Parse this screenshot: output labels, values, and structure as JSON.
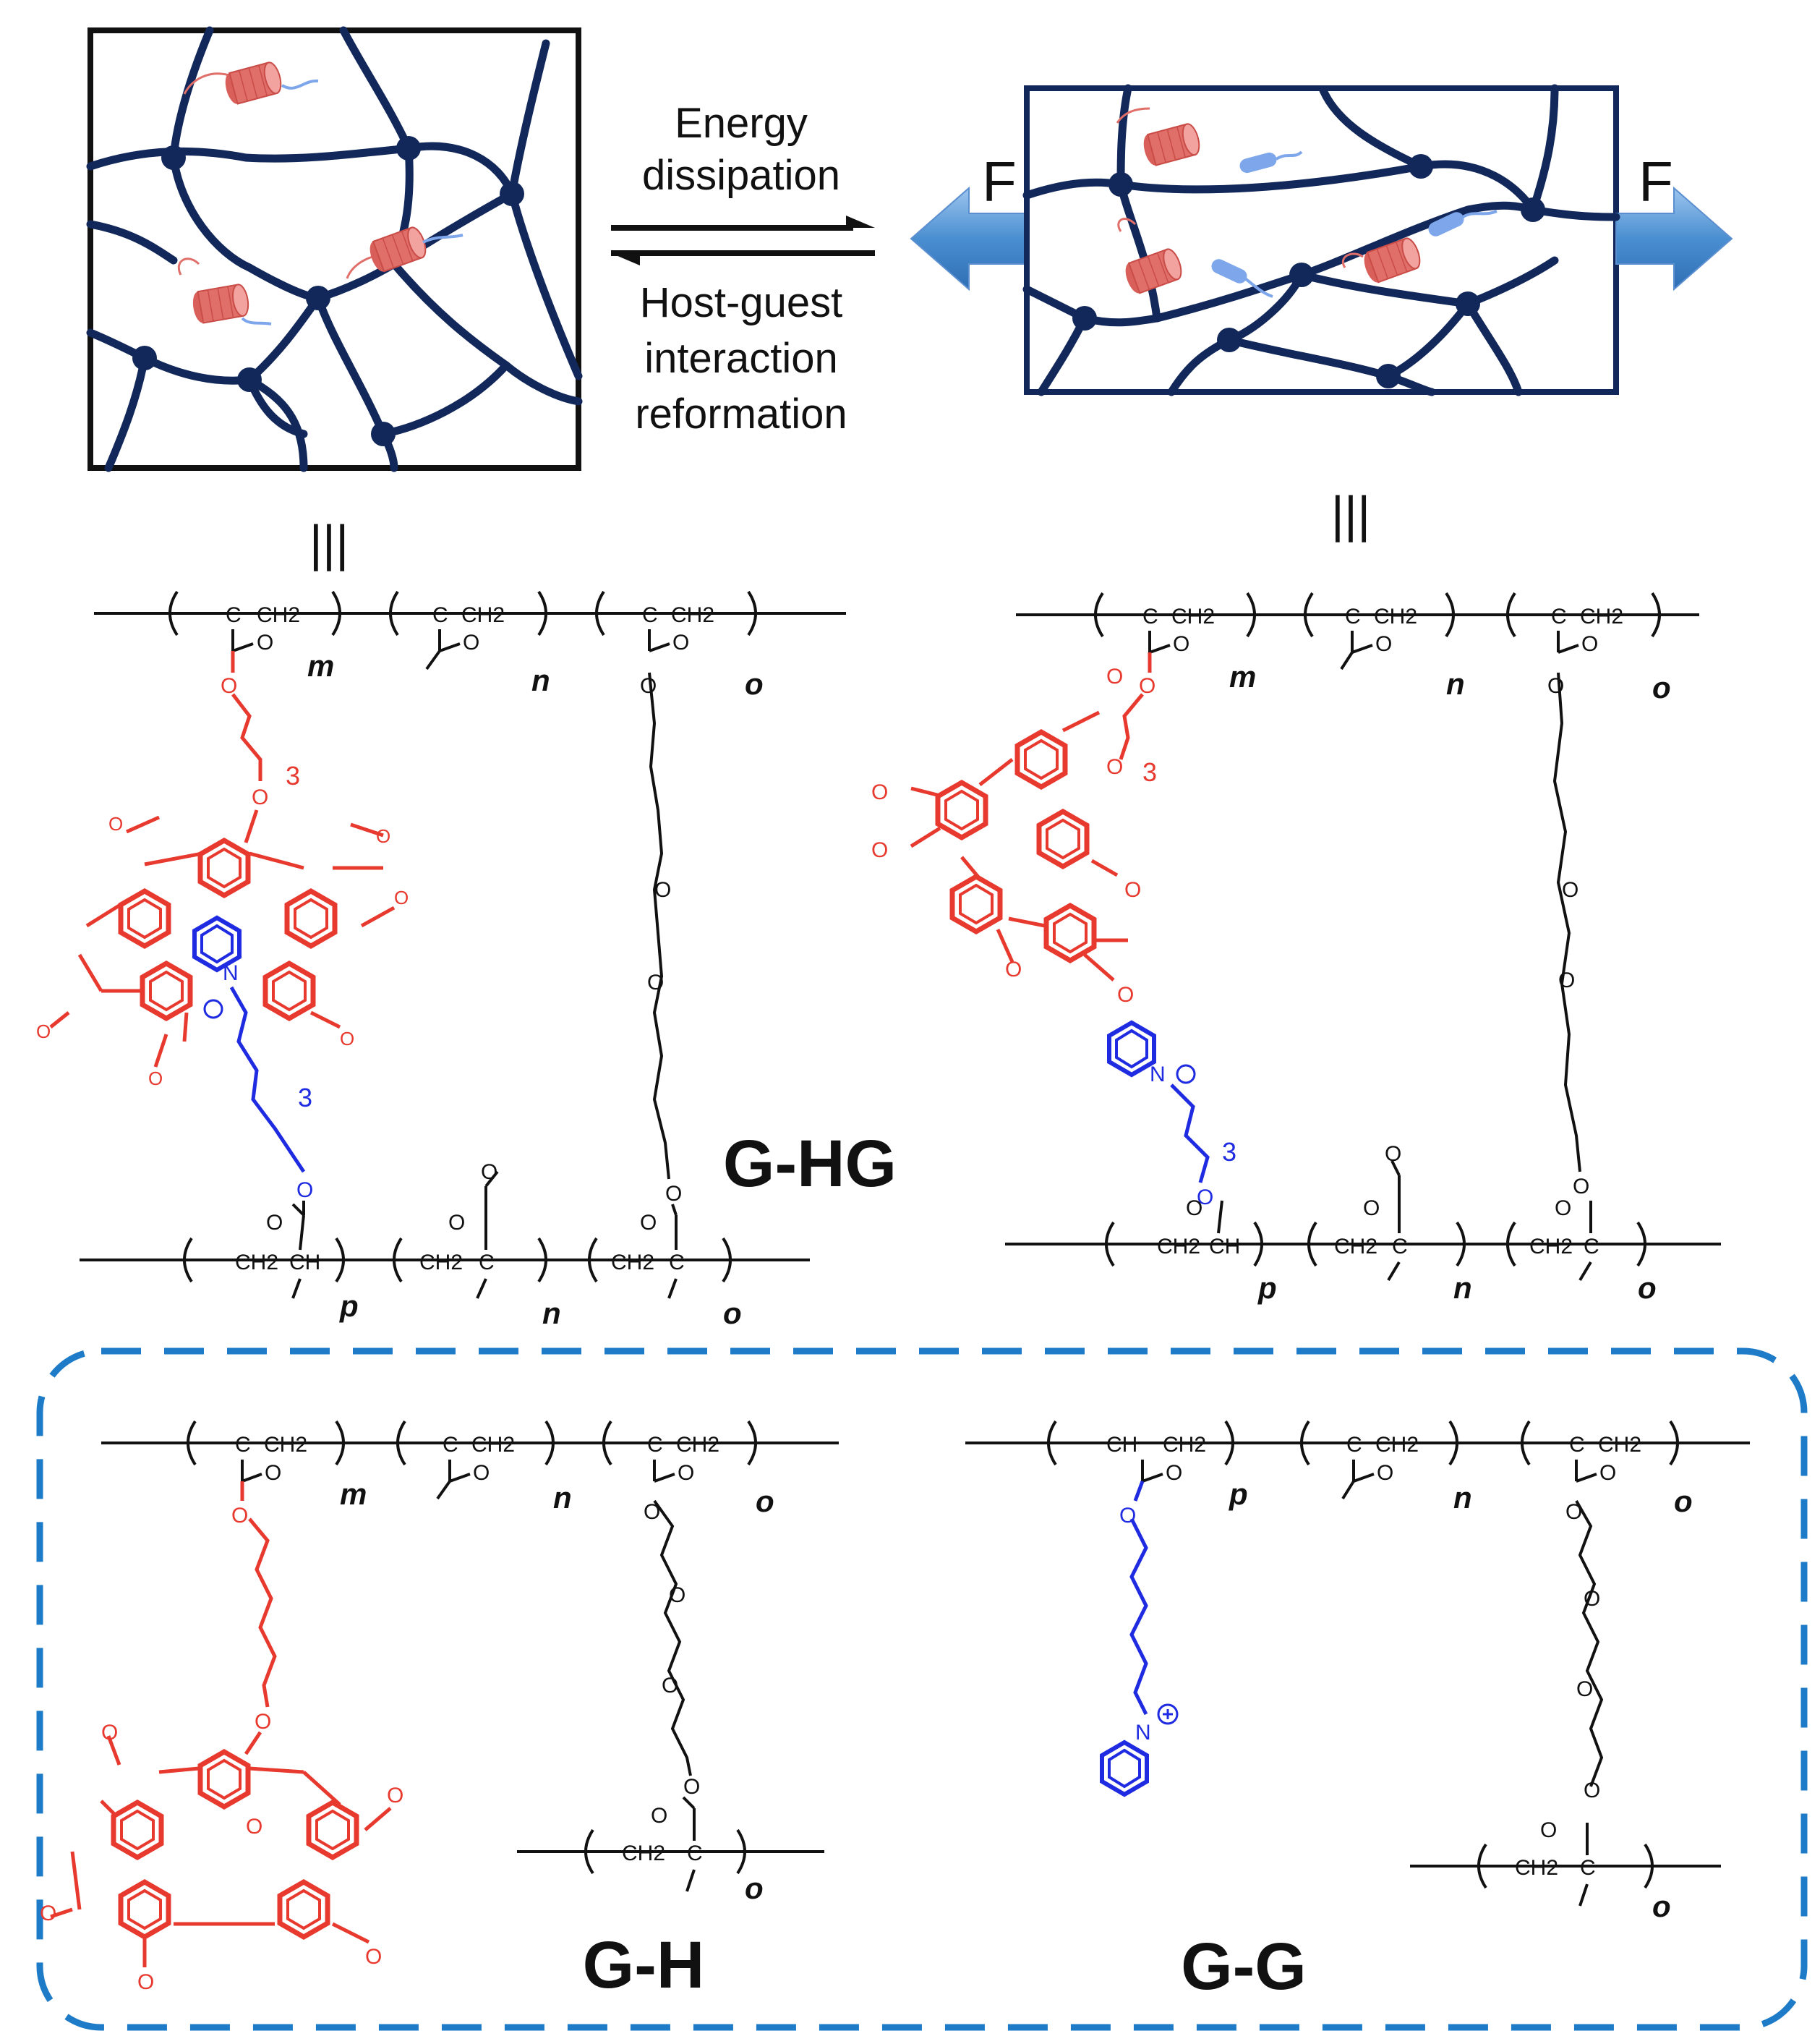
{
  "arrow_labels": {
    "forward": [
      "Energy",
      "dissipation"
    ],
    "reverse": [
      "Host-guest",
      "interaction",
      "reformation"
    ]
  },
  "force_label": "F",
  "equivalence_symbol": "|||",
  "polymers": {
    "ghg": "G-HG",
    "gh": "G-H",
    "gg": "G-G"
  },
  "groups": {
    "ch2": "CH2",
    "c": "C",
    "ch": "CH",
    "o": "O",
    "n_plus": "N"
  },
  "subscripts": {
    "m": "m",
    "n": "n",
    "o": "o",
    "p": "p",
    "three": "3"
  },
  "colors": {
    "network": "#13285a",
    "host": "#e8392f",
    "guest": "#1f2be0",
    "frame_dash": "#1e7bc8",
    "force_arrow": "#4a8fd1"
  }
}
